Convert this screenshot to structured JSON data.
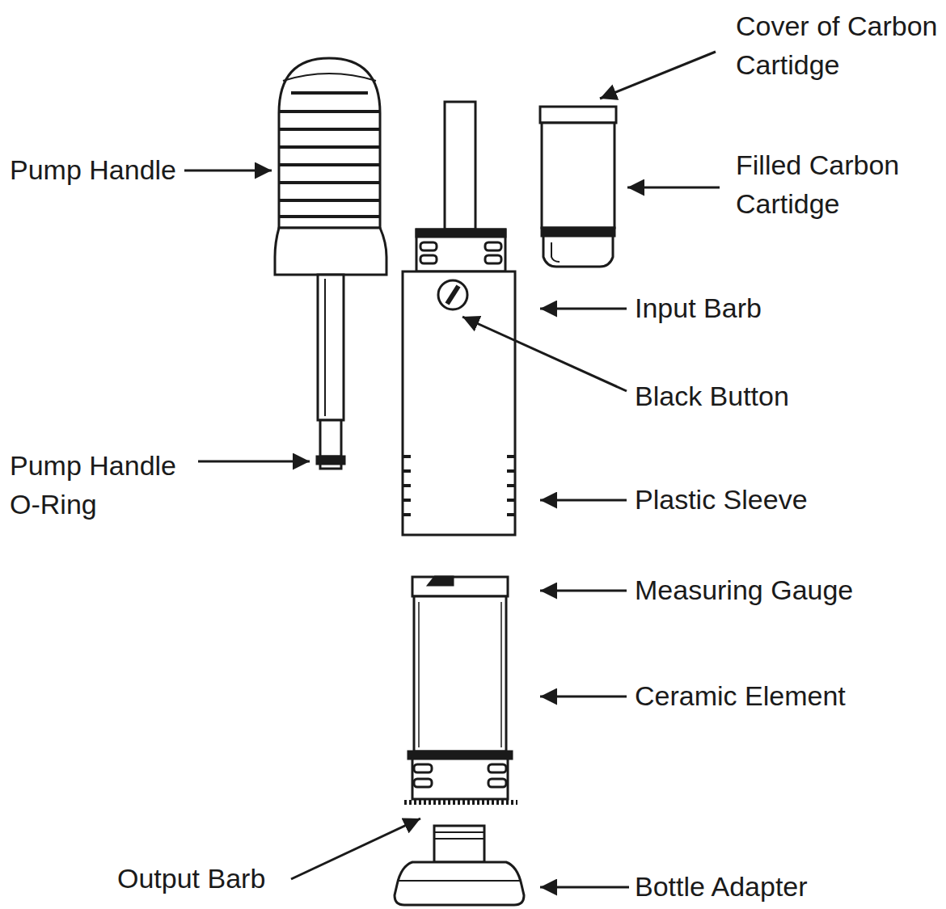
{
  "diagram": {
    "labels": [
      "Cover of Carbon Cartidge",
      "Pump Handle",
      "Filled Carbon Cartidge",
      "Input Barb",
      "Black Button",
      "Pump Handle O-Ring",
      "Plastic Sleeve",
      "Measuring Gauge",
      "Ceramic Element",
      "Output Barb",
      "Bottle Adapter"
    ]
  }
}
